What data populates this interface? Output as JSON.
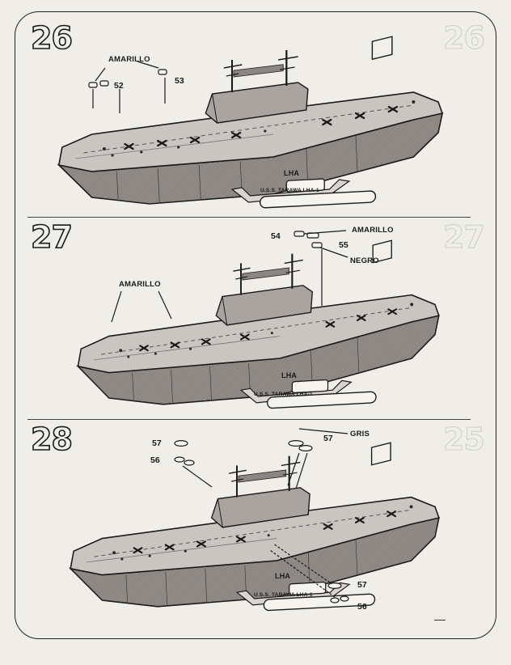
{
  "steps": [
    {
      "number": "26",
      "labels": {
        "color1": "AMARILLO"
      },
      "parts": [
        "52",
        "53"
      ],
      "plaque": "LHA",
      "hull": "U.S.S. TARAWA LHA-1"
    },
    {
      "number": "27",
      "labels": {
        "color1": "AMARILLO",
        "color2": "AMARILLO",
        "color3": "NEGRO"
      },
      "parts": [
        "54",
        "55"
      ],
      "plaque": "LHA",
      "hull": "U.S.S. TARAWA LHA-1"
    },
    {
      "number": "28",
      "labels": {
        "color1": "GRIS"
      },
      "parts": [
        "57",
        "56",
        "57",
        "57",
        "56"
      ],
      "plaque": "LHA",
      "hull": "U.S.S. TARAWA LHA-1"
    }
  ],
  "colors": {
    "ink": "#1a1a1a",
    "hull": "#8f8a86",
    "deck": "#c9c5c0",
    "paper": "#efeee9"
  }
}
